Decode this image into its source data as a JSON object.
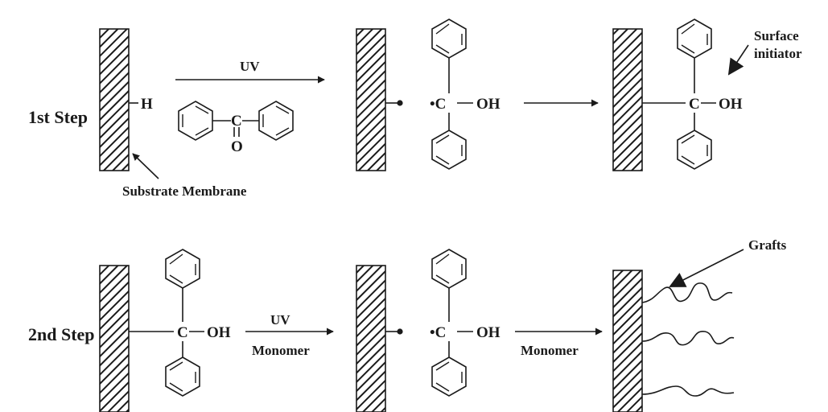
{
  "steps": {
    "first": "1st Step",
    "second": "2nd Step"
  },
  "chem": {
    "h_atom": "H",
    "carbon": "C",
    "oxygen": "O",
    "hydroxyl": "OH",
    "radical_carbon": "•C"
  },
  "labels": {
    "uv": "UV",
    "monomer": "Monomer",
    "substrate_membrane": "Substrate Membrane",
    "surface_initiator_line1": "Surface",
    "surface_initiator_line2": "initiator",
    "grafts": "Grafts"
  }
}
